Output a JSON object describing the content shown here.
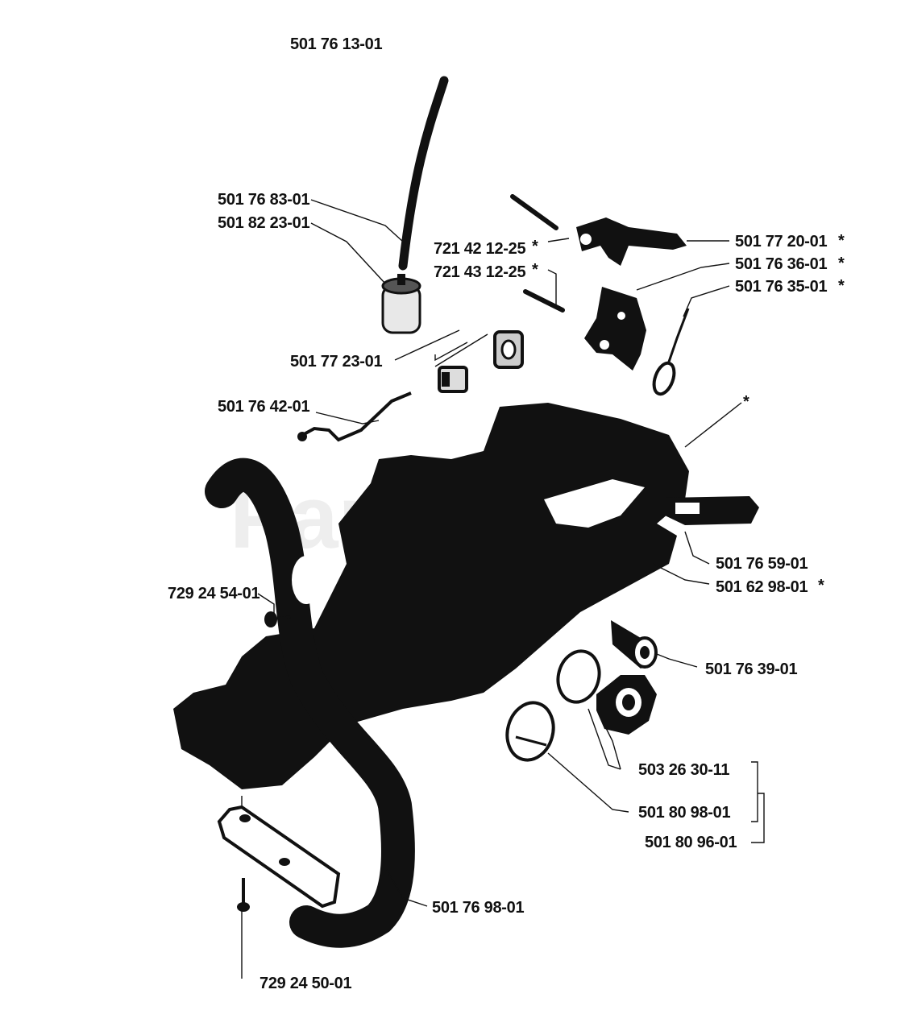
{
  "watermark": "Parts",
  "part_labels": {
    "p1": "501 76 13-01",
    "p2": "501 76 83-01",
    "p3": "501 82 23-01",
    "p4": "721 42 12-25",
    "p5": "721 43 12-25",
    "p6": "501 77 20-01",
    "p7": "501 76 36-01",
    "p8": "501 76 35-01",
    "p9": "501 77 23-01",
    "p10": "501 76 42-01",
    "p11": "501 76 59-01",
    "p12": "501 62 98-01",
    "p13": "729 24 54-01",
    "p14": "501 76 39-01",
    "p15": "503 26 30-11",
    "p16": "501 80 98-01",
    "p17": "501 80 96-01",
    "p18": "501 76 98-01",
    "p19": "729 24 50-01"
  },
  "marks": {
    "star": "*"
  },
  "colors": {
    "ink": "#111111",
    "paper": "#ffffff"
  }
}
